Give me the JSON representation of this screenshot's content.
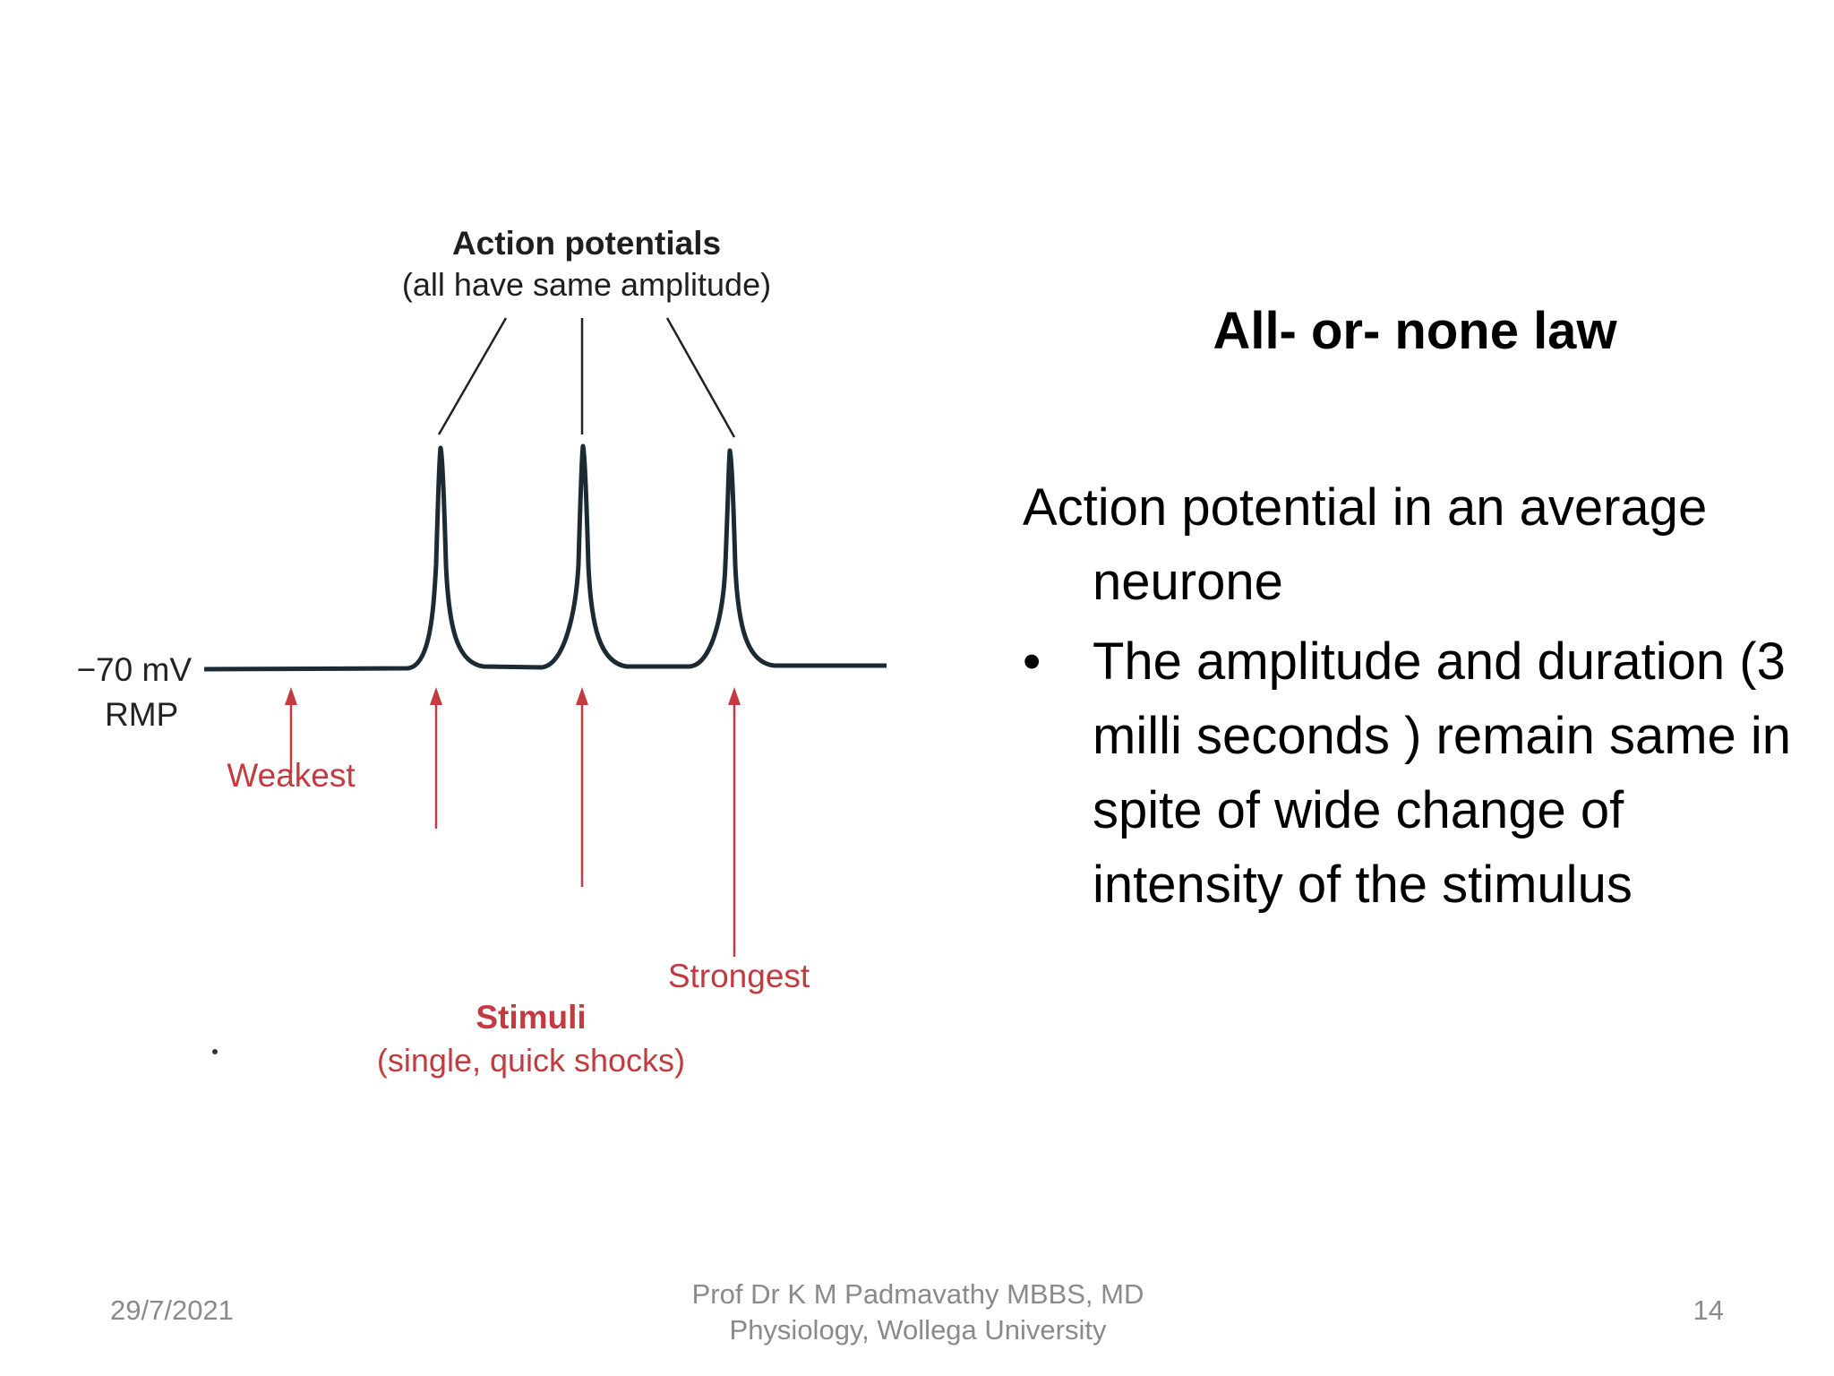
{
  "figure": {
    "title": "Action potentials",
    "subtitle": "(all have same amplitude)",
    "baseline_label": "−70 mV",
    "baseline_sublabel": "RMP",
    "weakest_label": "Weakest",
    "strongest_label": "Strongest",
    "stimuli_title": "Stimuli",
    "stimuli_subtitle": "(single, quick shocks)",
    "spike_count": 3,
    "stimulus_arrow_count": 4,
    "colors": {
      "trace": "#1c2b33",
      "stimulus": "#c33a40"
    }
  },
  "heading": "All- or- none law",
  "body": {
    "intro": "Action potential in an average neurone",
    "bullets": [
      "The amplitude and duration (3 milli seconds ) remain  same in spite of wide change of intensity of the stimulus"
    ],
    "bullet_symbol": "•"
  },
  "footer": {
    "date": "29/7/2021",
    "author_line1": "Prof Dr K M Padmavathy MBBS, MD",
    "author_line2": "Physiology, Wollega University",
    "page_number": "14"
  }
}
